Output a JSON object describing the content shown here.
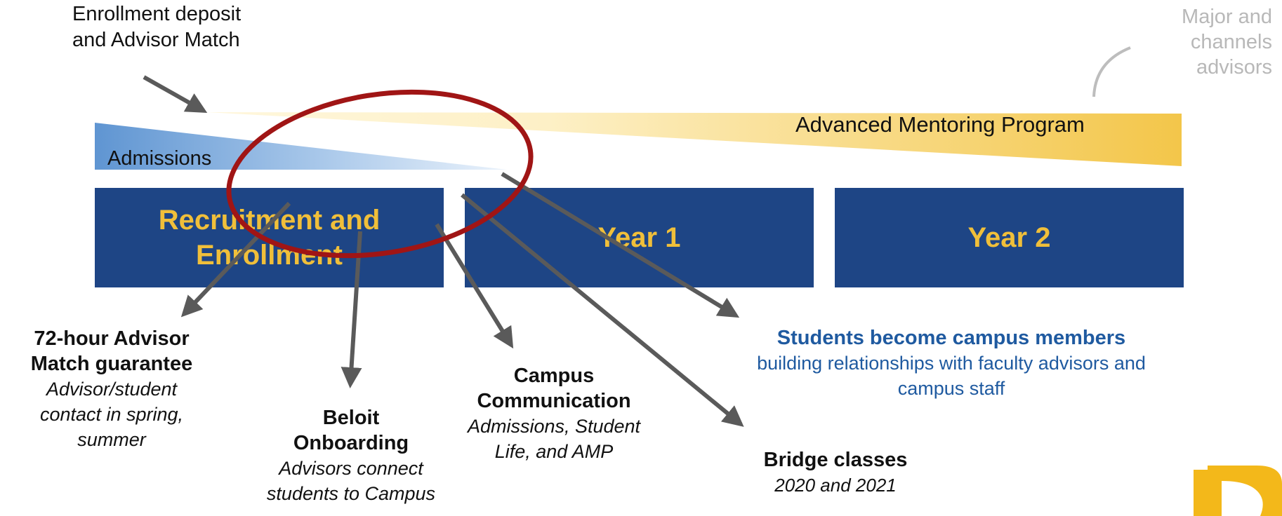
{
  "top_left_label": [
    "Enrollment deposit",
    "and Advisor Match"
  ],
  "top_right_label": [
    "Major and",
    "channels",
    "advisors"
  ],
  "bands": {
    "admissions": "Admissions",
    "mentoring": "Advanced Mentoring Program"
  },
  "stages": [
    {
      "line1": "Recruitment and",
      "line2": "Enrollment"
    },
    {
      "line1": "Year 1"
    },
    {
      "line1": "Year 2"
    }
  ],
  "callouts": {
    "advisor_match": {
      "title": [
        "72-hour Advisor",
        "Match guarantee"
      ],
      "sub": [
        "Advisor/student",
        "contact in spring,",
        "summer"
      ]
    },
    "onboarding": {
      "title": [
        "Beloit",
        "Onboarding"
      ],
      "sub": [
        "Advisors connect",
        "students to Campus"
      ]
    },
    "communication": {
      "title": [
        "Campus",
        "Communication"
      ],
      "sub": [
        "Admissions, Student",
        "Life, and AMP"
      ]
    },
    "bridge": {
      "title": "Bridge classes",
      "sub": "2020 and 2021"
    },
    "members": {
      "title": "Students become campus members",
      "sub": [
        "building relationships with faculty advisors and",
        "campus staff"
      ]
    }
  },
  "colors": {
    "stage_box": "#1e4585",
    "stage_text": "#f0bf3a",
    "admissions_band": "#6c9fd6",
    "mentoring_band": "#f3c64a",
    "highlight_ellipse": "#a01515",
    "arrow": "#5a5a5a",
    "blue_text": "#1f5aa0",
    "logo": "#f3b81a"
  },
  "logo_letter": "B"
}
